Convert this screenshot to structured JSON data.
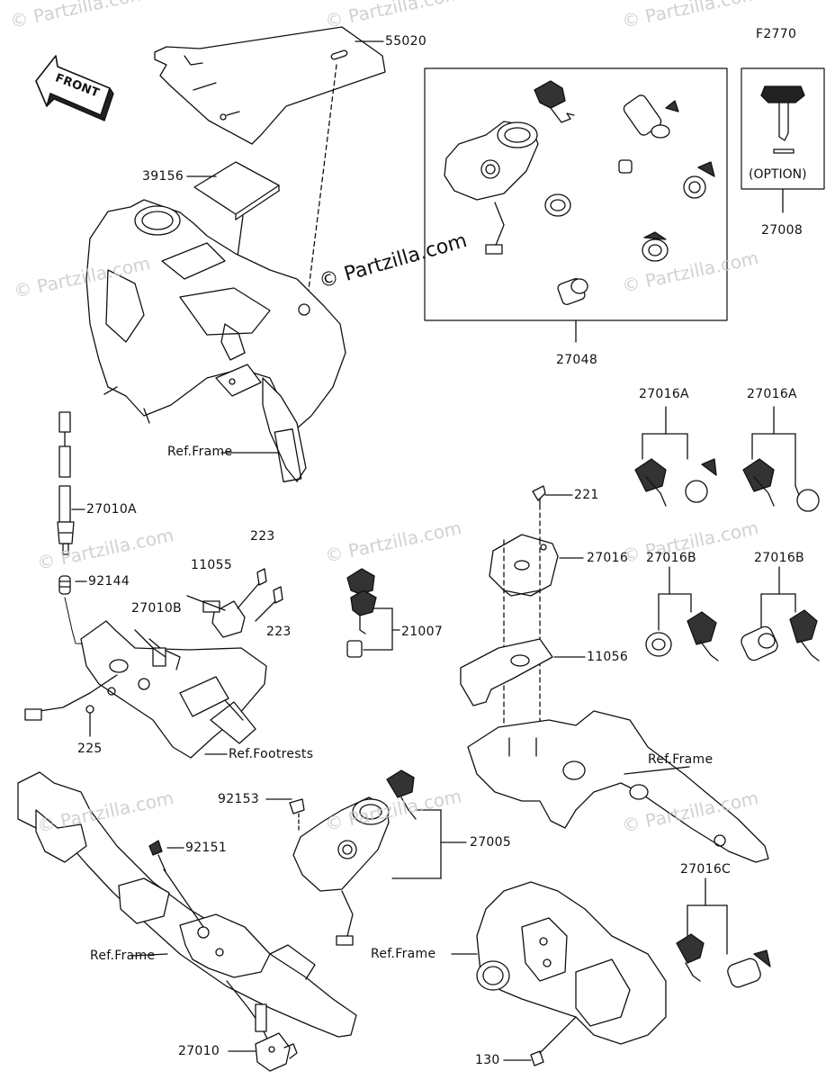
{
  "diagram_code": "F2770",
  "front_label": "FRONT",
  "watermark": "© Partzilla.com",
  "option_label": "(OPTION)",
  "parts": {
    "p55020": "55020",
    "p39156": "39156",
    "p27048": "27048",
    "p27008": "27008",
    "p27010A": "27010A",
    "p92144": "92144",
    "p27010B": "27010B",
    "p11055": "11055",
    "p223a": "223",
    "p223b": "223",
    "p225": "225",
    "p21007": "21007",
    "p221": "221",
    "p27016": "27016",
    "p11056": "11056",
    "p27016A1": "27016A",
    "p27016A2": "27016A",
    "p27016B1": "27016B",
    "p27016B2": "27016B",
    "p27016C": "27016C",
    "p92153": "92153",
    "p92151": "92151",
    "p27005": "27005",
    "p27010": "27010",
    "p130": "130"
  },
  "refs": {
    "frame1": "Ref.Frame",
    "footrests": "Ref.Footrests",
    "frame2": "Ref.Frame",
    "frame3": "Ref.Frame",
    "frame4": "Ref.Frame"
  }
}
